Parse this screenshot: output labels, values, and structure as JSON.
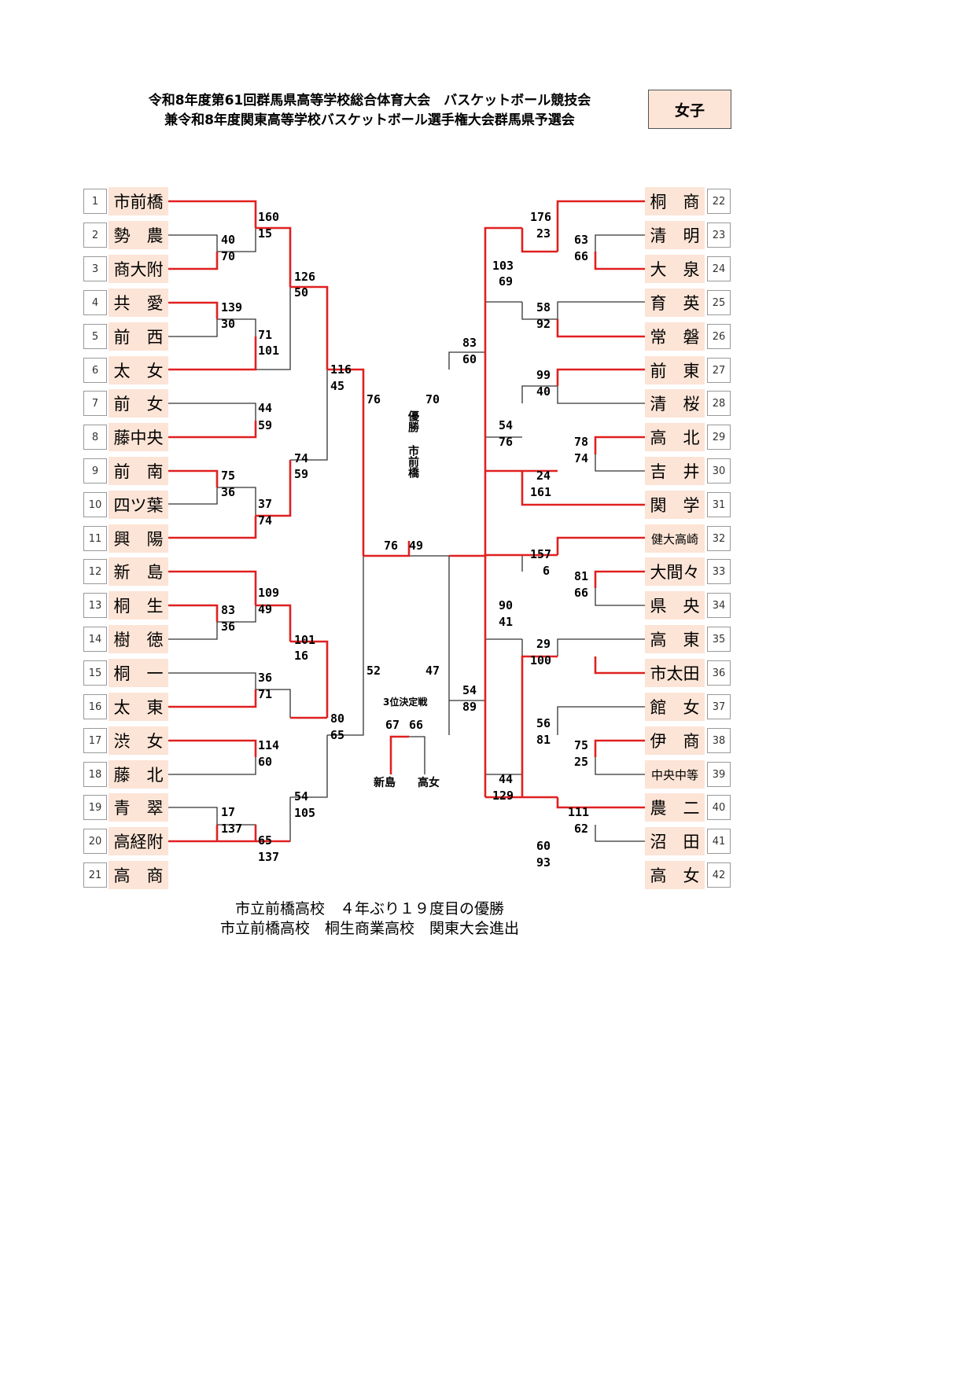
{
  "header": {
    "title_line1": "令和8年度第61回群馬県高等学校総合体育大会　バスケットボール競技会",
    "title_line2": "兼令和8年度関東高等学校バスケットボール選手権大会群馬県予選会",
    "category": "女子"
  },
  "left_teams": [
    {
      "seed": "1",
      "name": "市前橋"
    },
    {
      "seed": "2",
      "name": "勢　農"
    },
    {
      "seed": "3",
      "name": "商大附"
    },
    {
      "seed": "4",
      "name": "共　愛"
    },
    {
      "seed": "5",
      "name": "前　西"
    },
    {
      "seed": "6",
      "name": "太　女"
    },
    {
      "seed": "7",
      "name": "前　女"
    },
    {
      "seed": "8",
      "name": "藤中央"
    },
    {
      "seed": "9",
      "name": "前　南"
    },
    {
      "seed": "10",
      "name": "四ツ葉"
    },
    {
      "seed": "11",
      "name": "興　陽"
    },
    {
      "seed": "12",
      "name": "新　島"
    },
    {
      "seed": "13",
      "name": "桐　生"
    },
    {
      "seed": "14",
      "name": "樹　徳"
    },
    {
      "seed": "15",
      "name": "桐　一"
    },
    {
      "seed": "16",
      "name": "太　東"
    },
    {
      "seed": "17",
      "name": "渋　女"
    },
    {
      "seed": "18",
      "name": "藤　北"
    },
    {
      "seed": "19",
      "name": "青　翠"
    },
    {
      "seed": "20",
      "name": "高経附"
    },
    {
      "seed": "21",
      "name": "高　商"
    }
  ],
  "right_teams": [
    {
      "seed": "22",
      "name": "桐　商"
    },
    {
      "seed": "23",
      "name": "清　明"
    },
    {
      "seed": "24",
      "name": "大　泉"
    },
    {
      "seed": "25",
      "name": "育　英"
    },
    {
      "seed": "26",
      "name": "常　磐"
    },
    {
      "seed": "27",
      "name": "前　東"
    },
    {
      "seed": "28",
      "name": "清　桜"
    },
    {
      "seed": "29",
      "name": "高　北"
    },
    {
      "seed": "30",
      "name": "吉　井"
    },
    {
      "seed": "31",
      "name": "関　学"
    },
    {
      "seed": "32",
      "name": "健大高崎"
    },
    {
      "seed": "33",
      "name": "大間々"
    },
    {
      "seed": "34",
      "name": "県　央"
    },
    {
      "seed": "35",
      "name": "高　東"
    },
    {
      "seed": "36",
      "name": "市太田"
    },
    {
      "seed": "37",
      "name": "館　女"
    },
    {
      "seed": "38",
      "name": "伊　商"
    },
    {
      "seed": "39",
      "name": "中央中等"
    },
    {
      "seed": "40",
      "name": "農　二"
    },
    {
      "seed": "41",
      "name": "沼　田"
    },
    {
      "seed": "42",
      "name": "高　女"
    }
  ],
  "scores": {
    "l_r1_2_3": [
      "40",
      "70"
    ],
    "l_r1_4_5": [
      "139",
      "30"
    ],
    "l_r1_7_8": [
      "44",
      "59"
    ],
    "l_r1_9_10": [
      "75",
      "36"
    ],
    "l_r1_13_14": [
      "83",
      "36"
    ],
    "l_r1_15_16": [
      "36",
      "71"
    ],
    "l_r1_17_18": [
      "114",
      "60"
    ],
    "l_r1_19_20": [
      "17",
      "137"
    ],
    "l_r2_a": [
      "160",
      "15"
    ],
    "l_r2_b": [
      "71",
      "101"
    ],
    "l_r2_c": [
      "37",
      "74"
    ],
    "l_r2_d": [
      "109",
      "49"
    ],
    "l_r2_e": [
      "65",
      "137"
    ],
    "l_r3_a": [
      "126",
      "50"
    ],
    "l_r3_b": [
      "74",
      "59"
    ],
    "l_r3_c": [
      "101",
      "16"
    ],
    "l_r3_d": [
      "54",
      "105"
    ],
    "l_r4_a": [
      "116",
      "45"
    ],
    "l_r4_b": [
      "80",
      "65"
    ],
    "l_semi": [
      "76",
      "52"
    ],
    "r_r1_23_24": [
      "63",
      "66"
    ],
    "r_r1_25_26": [
      "58",
      "92"
    ],
    "r_r1_27_28": [
      "99",
      "40"
    ],
    "r_r1_29_30": [
      "78",
      "74"
    ],
    "r_r1_33_34": [
      "81",
      "66"
    ],
    "r_r1_35_36": [
      "29",
      "100"
    ],
    "r_r1_37_38": [
      "56",
      "81"
    ],
    "r_r1_38_39": [
      "75",
      "25"
    ],
    "r_r1_40_41": [
      "111",
      "62"
    ],
    "r_r2_a": [
      "176",
      "23"
    ],
    "r_r2_b": [
      "24",
      "161"
    ],
    "r_r2_c": [
      "157",
      "6"
    ],
    "r_r2_d": [
      "60",
      "93"
    ],
    "r_r3_a": [
      "103",
      "69"
    ],
    "r_r3_b": [
      "54",
      "76"
    ],
    "r_r3_c": [
      "90",
      "41"
    ],
    "r_r3_d": [
      "44",
      "129"
    ],
    "r_r4_a": [
      "83",
      "60"
    ],
    "r_r4_b": [
      "54",
      "89"
    ],
    "r_semi": [
      "70",
      "47"
    ],
    "final": [
      "76",
      "49"
    ],
    "third": [
      "67",
      "66"
    ]
  },
  "champion": {
    "label": "優勝",
    "team": "市前橋"
  },
  "third_place": {
    "label": "3位決定戦",
    "team_left": "新島",
    "team_right": "高女"
  },
  "footer": {
    "line1": "市立前橋高校　４年ぶり１９度目の優勝",
    "line2": "市立前橋高校　桐生商業高校　関東大会進出"
  },
  "colors": {
    "win_line": "#e02020",
    "lose_line": "#333333",
    "team_bg": "#fce4d6"
  }
}
